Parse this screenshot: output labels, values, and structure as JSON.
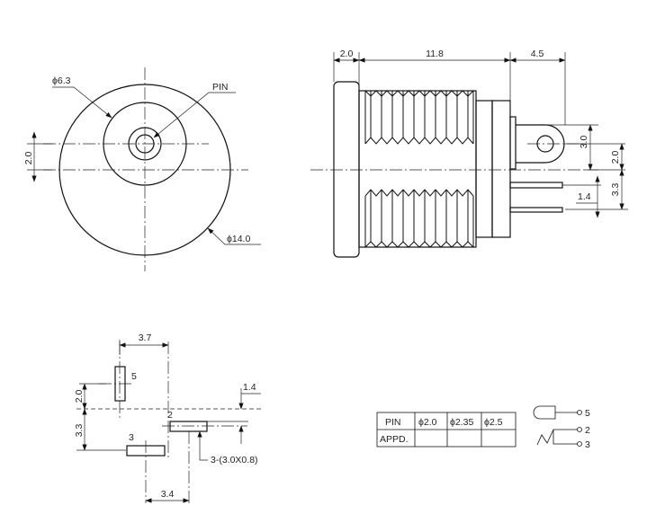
{
  "front_view": {
    "dia_inner": "ϕ6.3",
    "pin": "PIN",
    "offset": "2.0",
    "dia_outer": "ϕ14.0"
  },
  "side_view": {
    "dim_flange": "2.0",
    "dim_body": "11.8",
    "dim_tail": "4.5",
    "dim_3_0": "3.0",
    "dim_2_0": "2.0",
    "dim_1_4": "1.4",
    "dim_3_3": "3.3"
  },
  "footprint": {
    "dim_3_7": "3.7",
    "dim_2_0": "2.0",
    "dim_3_3": "3.3",
    "dim_1_4": "1.4",
    "dim_3_4": "3.4",
    "pin5": "5",
    "pin2": "2",
    "pin3": "3",
    "pad_note": "3-(3.0X0.8)"
  },
  "table": {
    "headers": [
      "PIN",
      "ϕ2.0",
      "ϕ2.35",
      "ϕ2.5"
    ],
    "row_label": "APPD."
  },
  "schematic": {
    "p5": "5",
    "p2": "2",
    "p3": "3"
  }
}
